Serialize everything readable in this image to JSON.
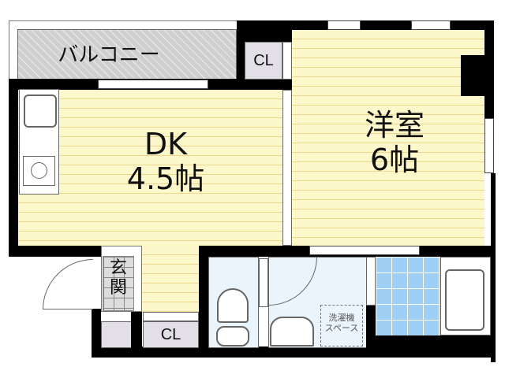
{
  "floorplan": {
    "rooms": {
      "balcony": {
        "label": "バルコニー"
      },
      "dk": {
        "name": "DK",
        "size": "4.5帖"
      },
      "western_room": {
        "name": "洋室",
        "size": "6帖"
      },
      "entrance": {
        "label_top": "玄",
        "label_bottom": "関"
      },
      "closet_top": {
        "label": "CL"
      },
      "closet_bottom": {
        "label": "CL"
      },
      "washer_space": {
        "label_top": "洗濯機",
        "label_bottom": "スペース"
      }
    },
    "colors": {
      "floor": "#fdf8cc",
      "floor_lines": "#f0d58a",
      "wall": "#000000",
      "wet_area": "#eaf4fc",
      "tile": "#9fcff5",
      "closet": "#e2e0e6",
      "balcony": "#cfcfcf"
    }
  }
}
